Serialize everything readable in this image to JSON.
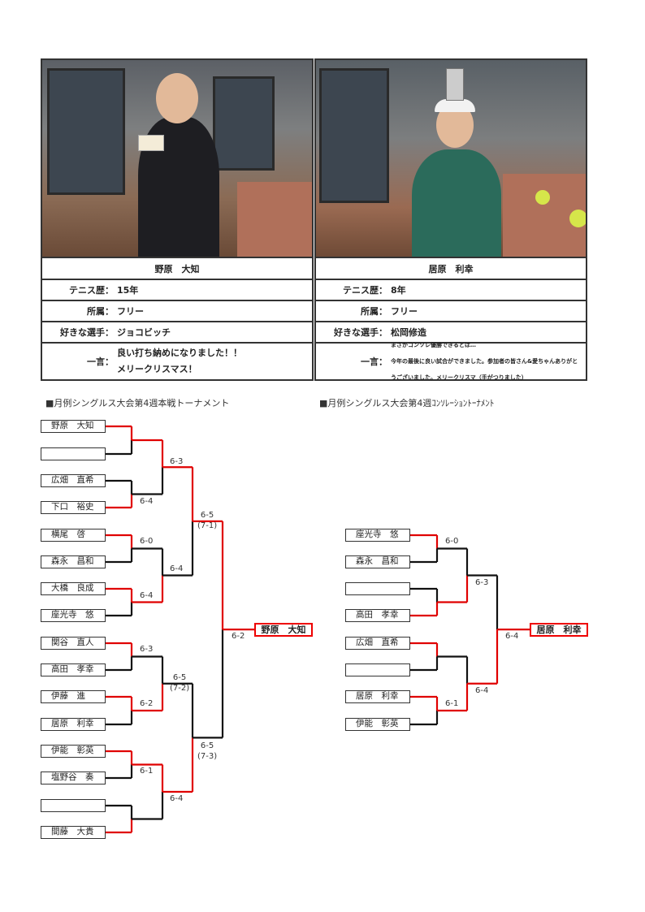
{
  "players": [
    {
      "name": "野原　大知",
      "rows": [
        {
          "label": "テニス歴：",
          "value": "15年"
        },
        {
          "label": "所属：",
          "value": "フリー"
        },
        {
          "label": "好きな選手：",
          "value": "ジョコビッチ"
        }
      ],
      "comment_label": "一言：",
      "comment_lines": [
        "良い打ち納めになりました！！",
        "メリークリスマス！"
      ]
    },
    {
      "name": "居原　利幸",
      "rows": [
        {
          "label": "テニス歴：",
          "value": "8年"
        },
        {
          "label": "所属：",
          "value": "フリー"
        },
        {
          "label": "好きな選手：",
          "value": "松岡修造"
        }
      ],
      "comment_label": "一言：",
      "comment_lines": [
        "まさかコンソレ優勝できるとは…",
        "今年の最後に良い試合ができました。参加者の皆さん&愛ちゃんありがと",
        "うございました。メリークリスマ（手がつりました）"
      ]
    }
  ],
  "main_bracket": {
    "title": "■月例シングルス大会第4週本戦トーナメント",
    "entrants": [
      "野原　大知",
      "",
      "広畑　直希",
      "下口　裕史",
      "横尾　啓",
      "森永　昌和",
      "大橋　良成",
      "座光寺　悠",
      "関谷　直人",
      "高田　孝幸",
      "伊藤　進",
      "居原　利幸",
      "伊能　彰英",
      "塩野谷　奏",
      "",
      "間藤　大貴"
    ],
    "scores_r1": [
      "6-4",
      "6-0",
      "6-4",
      "6-3",
      "6-2",
      "6-1"
    ],
    "scores_r2": [
      "6-3",
      "6-4",
      "6-5\n(7-2)",
      "6-4"
    ],
    "scores_r3": [
      "6-5\n(7-1)",
      "6-5\n(7-3)"
    ],
    "final_score": "6-2",
    "winner": "野原　大知"
  },
  "consolation_bracket": {
    "title": "■月例シングルス大会第4週ｺﾝｿﾚｰｼｮﾝﾄｰﾅﾒﾝﾄ",
    "entrants": [
      "座光寺　悠",
      "森永　昌和",
      "",
      "高田　孝幸",
      "広畑　直希",
      "",
      "居原　利幸",
      "伊能　彰英"
    ],
    "scores_r1": [
      "6-0",
      "6-1"
    ],
    "scores_r2": [
      "6-3",
      "6-4"
    ],
    "final_score": "6-4",
    "winner": "居原　利幸"
  },
  "colors": {
    "win_line": "#e00000",
    "lose_line": "#111111"
  }
}
